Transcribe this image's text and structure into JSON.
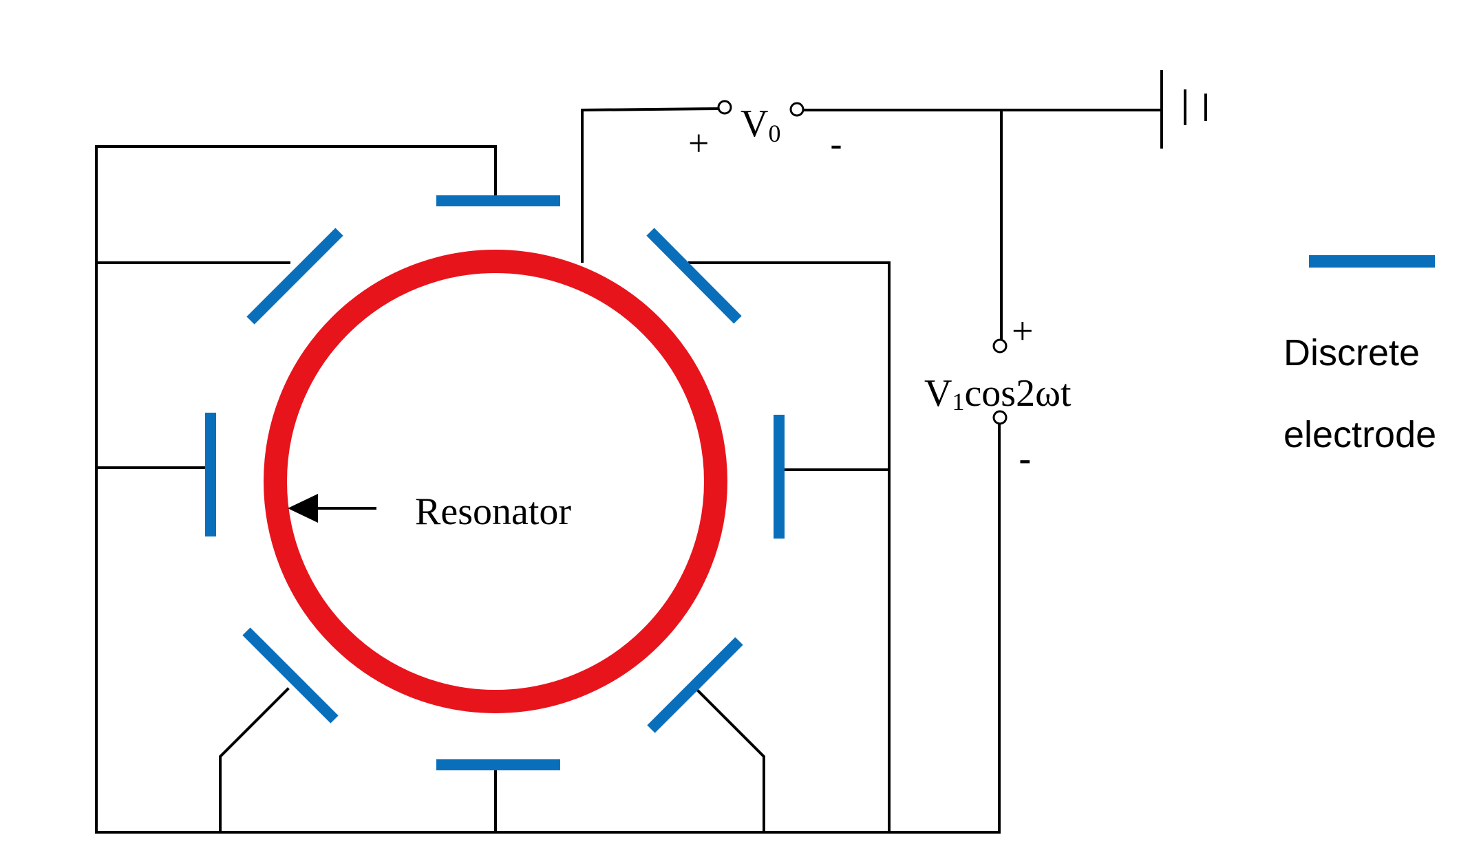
{
  "colors": {
    "resonator": "#e8141c",
    "electrode": "#0a6fbb",
    "wire": "#000000"
  },
  "labels": {
    "resonator": "Resonator",
    "v0_main": "V",
    "v0_sub": "0",
    "v0_plus": "+",
    "v0_minus": "-",
    "v1_main": "V",
    "v1_sub": "1",
    "v1_rest": "cos2ωt",
    "v1_plus": "+",
    "v1_minus": "-"
  },
  "legend": {
    "line1": "Discrete",
    "line2": "electrode"
  },
  "icons": {
    "ground": "ground-symbol-icon",
    "arrow": "arrow-left-icon"
  }
}
